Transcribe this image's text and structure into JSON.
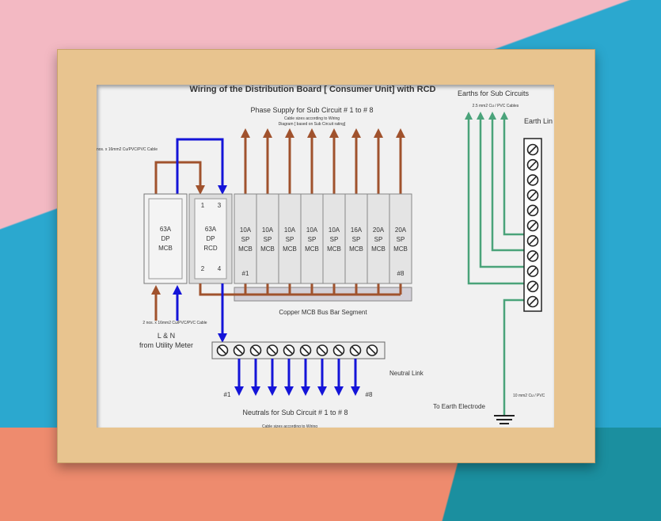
{
  "title": "Wiring of the Distribution Board [ Consumer Unit] with RCD",
  "phase_supply": {
    "label": "Phase Supply  for Sub Circuit # 1 to # 8",
    "note1": "Cable sizes according to Wiring",
    "note2": "Diagram [ based on Sub Circuit rating]"
  },
  "top_cable_label": "nos. x 16mm2 Cu/PVC/PVC Cable",
  "main_mcb": {
    "lines": [
      "63A",
      "DP",
      "MCB"
    ]
  },
  "rcd": {
    "lines": [
      "63A",
      "DP",
      "RCD"
    ],
    "t1": "1",
    "t3": "3",
    "t2": "2",
    "t4": "4"
  },
  "mcbs": [
    {
      "rating": "10A",
      "type": "SP",
      "kind": "MCB"
    },
    {
      "rating": "10A",
      "type": "SP",
      "kind": "MCB"
    },
    {
      "rating": "10A",
      "type": "SP",
      "kind": "MCB"
    },
    {
      "rating": "10A",
      "type": "SP",
      "kind": "MCB"
    },
    {
      "rating": "10A",
      "type": "SP",
      "kind": "MCB"
    },
    {
      "rating": "16A",
      "type": "SP",
      "kind": "MCB"
    },
    {
      "rating": "20A",
      "type": "SP",
      "kind": "MCB"
    },
    {
      "rating": "20A",
      "type": "SP",
      "kind": "MCB"
    }
  ],
  "mcb_first": "#1",
  "mcb_last": "#8",
  "busbar_label": "Copper MCB Bus Bar Segment",
  "incoming": {
    "cable": "2 nos. x 16mm2 Cu/PVC/PVC Cable",
    "ln": "L  &  N",
    "from": "from Utility Meter"
  },
  "neutral": {
    "link_label": "Neutral Link",
    "first": "#1",
    "last": "#8",
    "label": "Neutrals for Sub Circuit # 1 to # 8",
    "note": "Cable sizes according to Wiring",
    "terminals": 10
  },
  "earth": {
    "label": "Earths for Sub Circuits",
    "cable": "2.5 mm2 Cu / PVC Cables",
    "link_label": "Earth Lin",
    "terminals": 11,
    "electrode": "To Earth Electrode",
    "electrode_cable": "10 mm2 Cu / PVC"
  },
  "colors": {
    "phase": "#a0522d",
    "neutral": "#1414d8",
    "earth": "#4aa37a"
  }
}
